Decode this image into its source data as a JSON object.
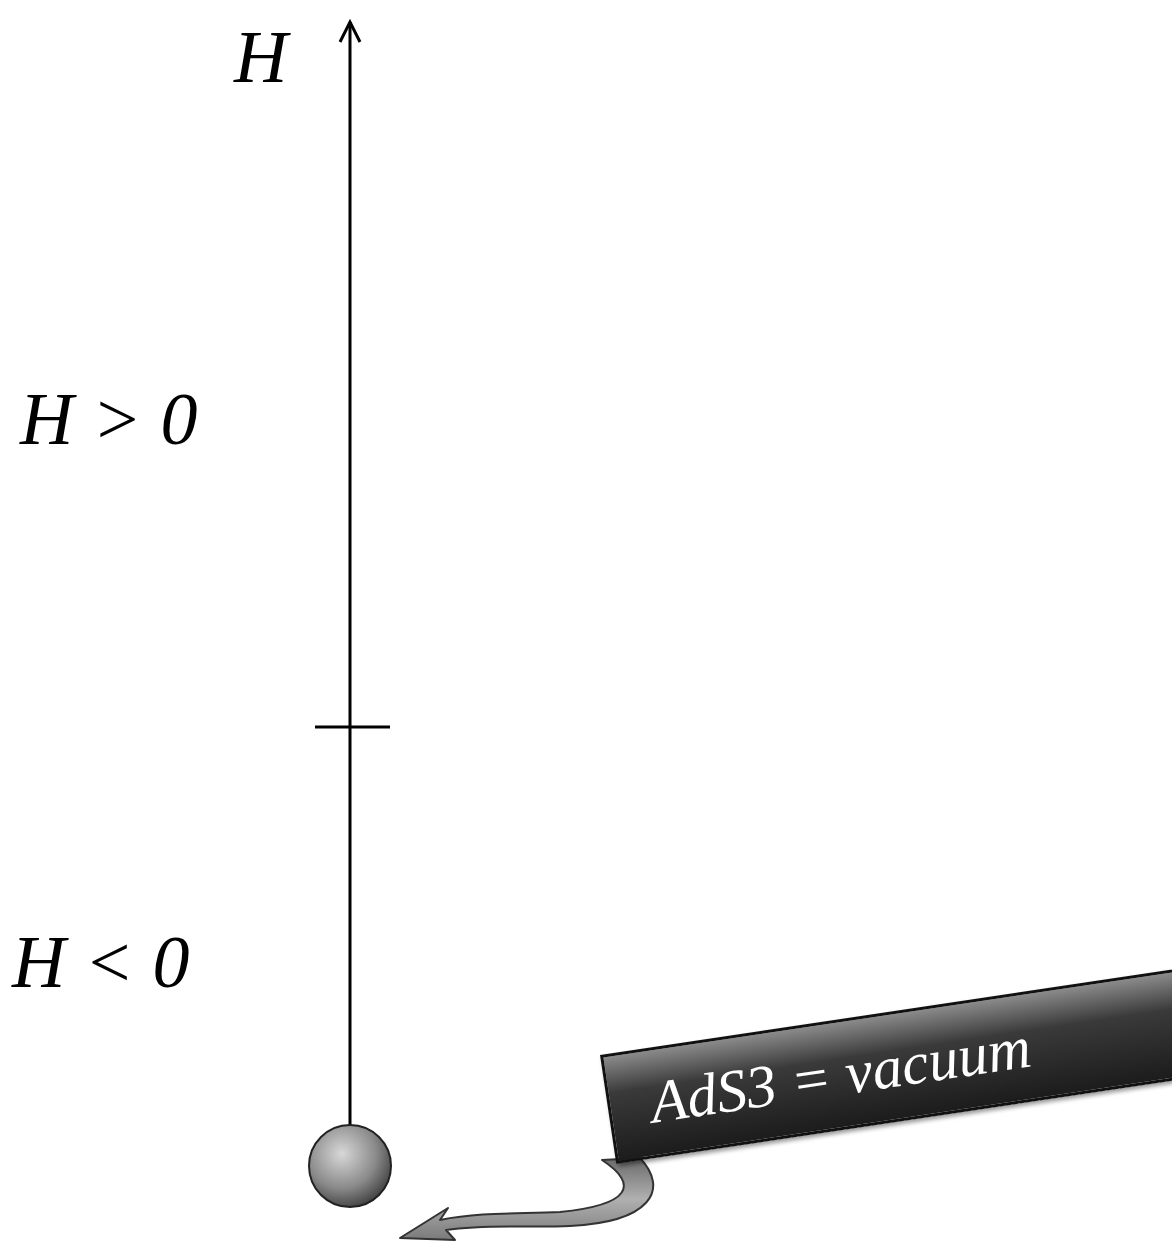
{
  "diagram": {
    "nodes": [
      {
        "text": [
          "AdS3 = vacuum"
        ]
      }
    ],
    "labels": [
      "H",
      "H > 0",
      "H < 0"
    ]
  }
}
